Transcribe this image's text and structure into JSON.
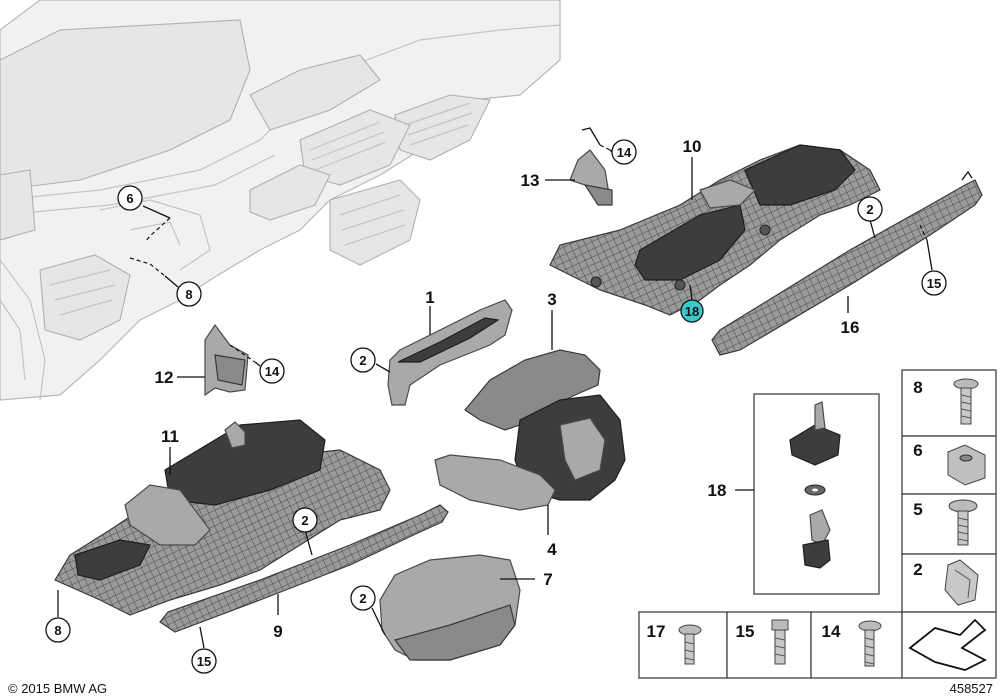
{
  "callouts": [
    {
      "label": "1",
      "circled": false
    },
    {
      "label": "2",
      "circled": true
    },
    {
      "label": "2",
      "circled": true
    },
    {
      "label": "2",
      "circled": true
    },
    {
      "label": "2",
      "circled": true
    },
    {
      "label": "3",
      "circled": false
    },
    {
      "label": "4",
      "circled": false
    },
    {
      "label": "6",
      "circled": true
    },
    {
      "label": "7",
      "circled": false
    },
    {
      "label": "8",
      "circled": true
    },
    {
      "label": "8",
      "circled": true
    },
    {
      "label": "9",
      "circled": false
    },
    {
      "label": "10",
      "circled": false
    },
    {
      "label": "11",
      "circled": false
    },
    {
      "label": "12",
      "circled": false
    },
    {
      "label": "13",
      "circled": false
    },
    {
      "label": "14",
      "circled": true
    },
    {
      "label": "14",
      "circled": true
    },
    {
      "label": "15",
      "circled": true
    },
    {
      "label": "15",
      "circled": true
    },
    {
      "label": "16",
      "circled": false
    },
    {
      "label": "18",
      "circled": true,
      "highlight": "#3ec8c9"
    },
    {
      "label": "18",
      "circled": false
    }
  ],
  "fasteners_right": [
    "8",
    "6",
    "5",
    "2"
  ],
  "fasteners_bottom": [
    "17",
    "15",
    "14"
  ],
  "copyright": "© 2015 BMW AG",
  "diagram_id": "458527"
}
